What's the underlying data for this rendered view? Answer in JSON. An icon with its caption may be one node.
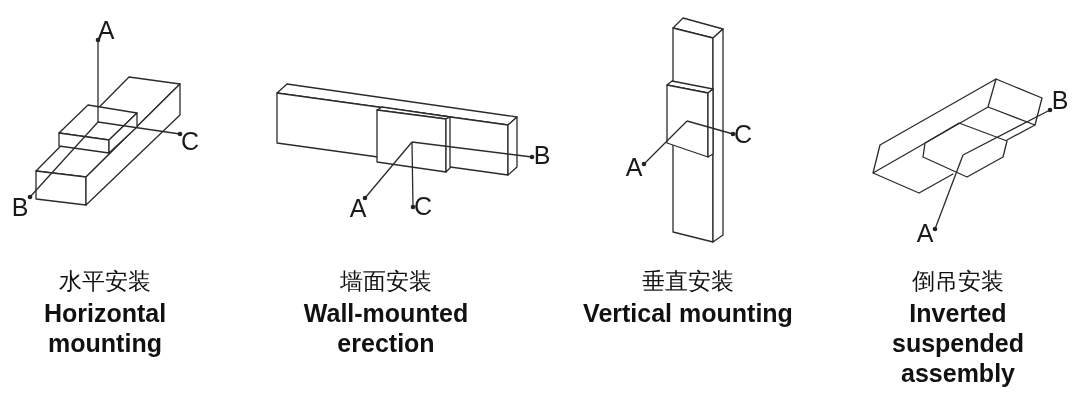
{
  "diagram": {
    "nodes": [
      {
        "text": [
          "A"
        ]
      },
      {
        "text": [
          "C"
        ]
      },
      {
        "text": [
          "B"
        ]
      },
      {
        "text": [],
        "shape": "box"
      },
      {
        "text": [
          "B"
        ]
      },
      {
        "text": [
          "A"
        ]
      },
      {
        "text": [
          "C"
        ]
      },
      {
        "text": [],
        "shape": "box"
      },
      {
        "text": [
          "C"
        ]
      },
      {
        "text": [
          "A"
        ]
      },
      {
        "text": [],
        "shape": "box"
      },
      {
        "text": [
          "B"
        ]
      },
      {
        "text": [
          "A"
        ]
      },
      {
        "text": [],
        "shape": "box"
      }
    ],
    "edges": [
      {
        "from": 0,
        "to": 3,
        "arrow": "other"
      },
      {
        "from": 1,
        "to": 3,
        "arrow": "other"
      },
      {
        "from": 2,
        "to": 3,
        "arrow": "other"
      },
      {
        "from": 4,
        "to": 7,
        "arrow": "other"
      },
      {
        "from": 5,
        "to": 7,
        "arrow": "other"
      },
      {
        "from": 6,
        "to": 7,
        "arrow": "other"
      },
      {
        "from": 8,
        "to": 10,
        "arrow": "other"
      },
      {
        "from": 9,
        "to": 10,
        "arrow": "other"
      },
      {
        "from": 11,
        "to": 13,
        "arrow": "other"
      },
      {
        "from": 12,
        "to": 13,
        "arrow": "other"
      }
    ],
    "labels": [
      "水平安装",
      "Horizontal mounting",
      "墙面安装",
      "Wall-mounted erection",
      "垂直安装",
      "Vertical mounting",
      "倒吊安装",
      "Inverted suspended assembly"
    ]
  }
}
